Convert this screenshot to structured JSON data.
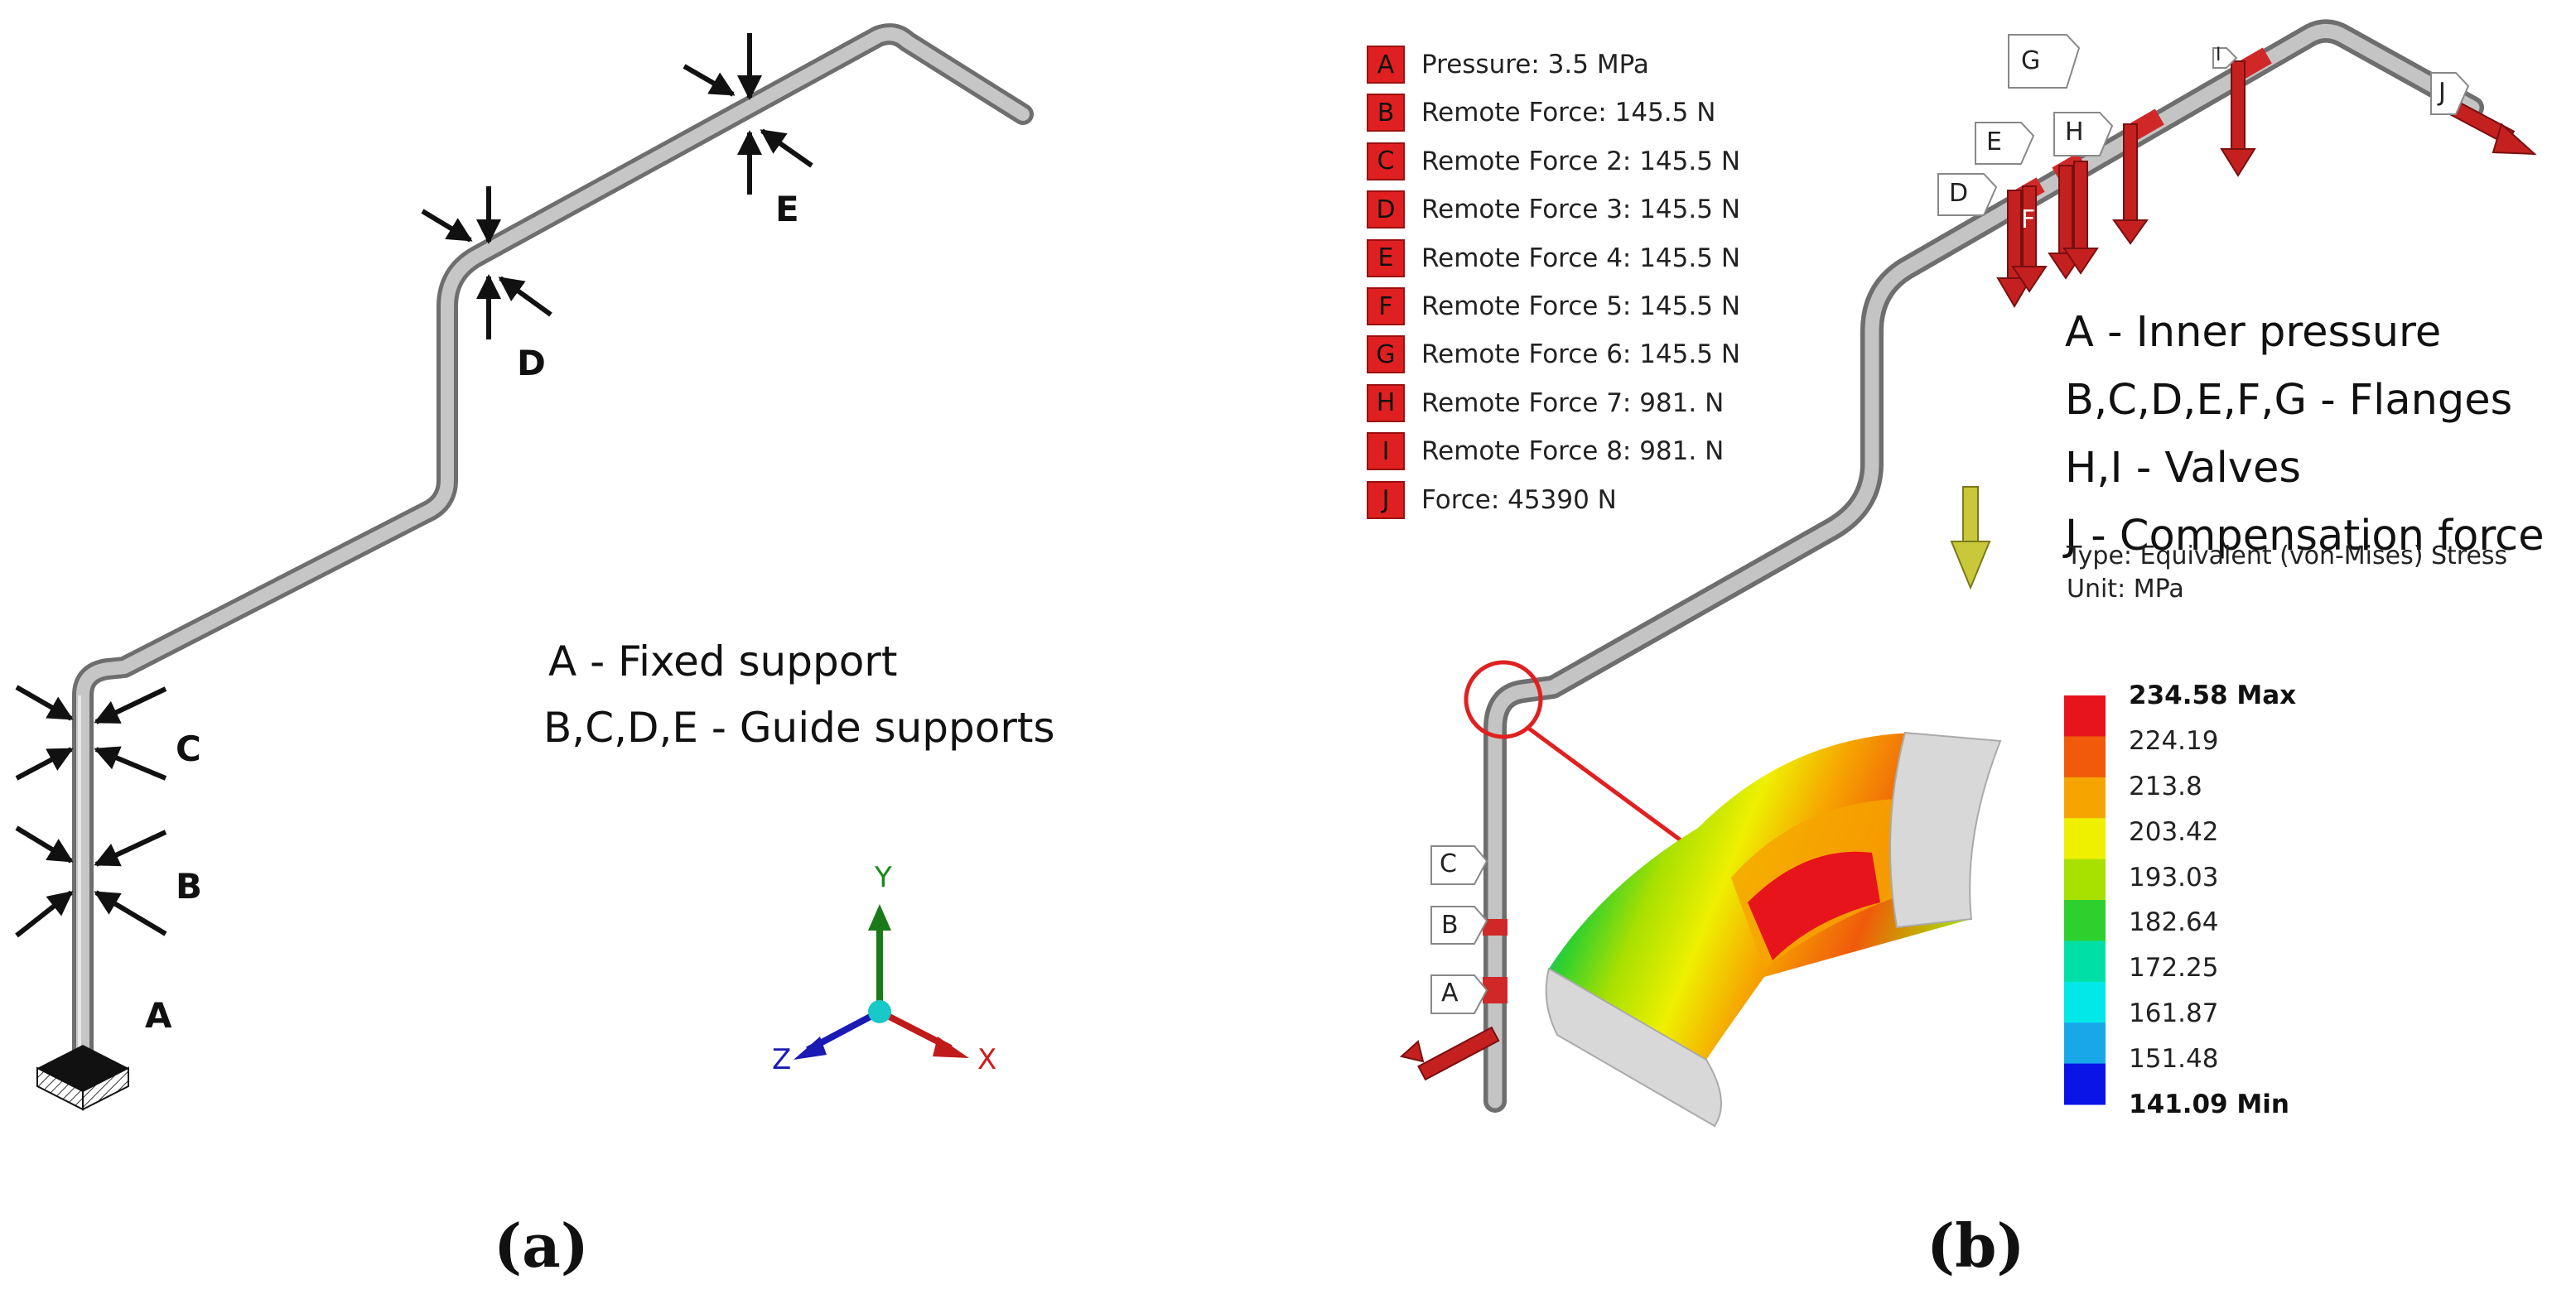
{
  "panel_a": {
    "node_labels": [
      "A",
      "B",
      "C",
      "D",
      "E"
    ],
    "legend": [
      "A - Fixed support",
      "B,C,D,E - Guide supports"
    ],
    "axes": {
      "y": "Y",
      "z": "Z",
      "x": "X"
    },
    "caption": "(a)"
  },
  "panel_b": {
    "loads": [
      {
        "key": "A",
        "text": "Pressure: 3.5 MPa"
      },
      {
        "key": "B",
        "text": "Remote Force: 145.5 N"
      },
      {
        "key": "C",
        "text": "Remote Force 2: 145.5 N"
      },
      {
        "key": "D",
        "text": "Remote Force 3: 145.5 N"
      },
      {
        "key": "E",
        "text": "Remote Force 4: 145.5 N"
      },
      {
        "key": "F",
        "text": "Remote Force 5: 145.5 N"
      },
      {
        "key": "G",
        "text": "Remote Force 6: 145.5 N"
      },
      {
        "key": "H",
        "text": "Remote Force 7: 981. N"
      },
      {
        "key": "I",
        "text": "Remote Force 8: 981. N"
      },
      {
        "key": "J",
        "text": "Force: 45390 N"
      }
    ],
    "legend": [
      "A - Inner pressure",
      "B,C,D,E,F,G - Flanges",
      "H,I - Valves",
      "J - Compensation force"
    ],
    "result_type": "Type: Equivalent (von-Mises) Stress",
    "result_unit": "Unit: MPa",
    "colorbar": {
      "labels": [
        "234.58 Max",
        "224.19",
        "213.8",
        "203.42",
        "193.03",
        "182.64",
        "172.25",
        "161.87",
        "151.48",
        "141.09 Min"
      ],
      "colors": [
        "#e8141b",
        "#f05a0a",
        "#f6a500",
        "#eef000",
        "#a8e000",
        "#2ed02e",
        "#00e0a6",
        "#00e8e8",
        "#18a8ea",
        "#0a14e6"
      ]
    },
    "tags": [
      "G",
      "I",
      "E",
      "H",
      "D",
      "F",
      "J",
      "C",
      "B",
      "A"
    ],
    "caption": "(b)"
  }
}
